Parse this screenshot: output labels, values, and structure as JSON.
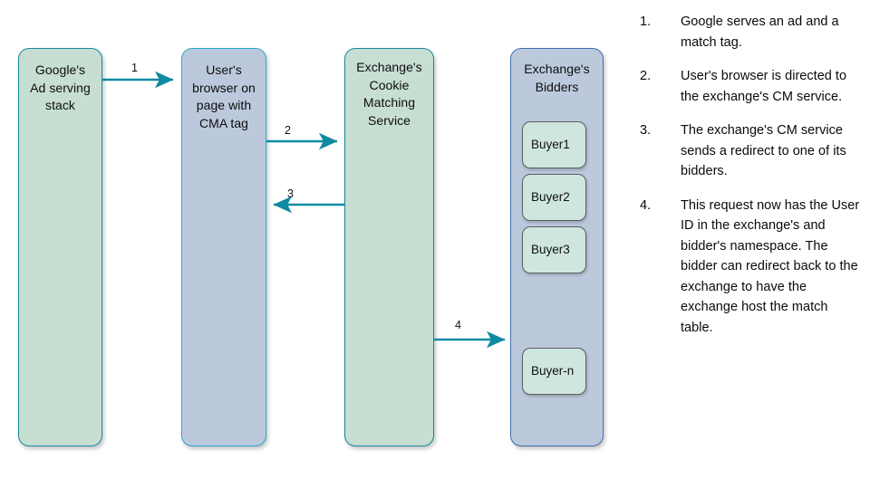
{
  "diagram": {
    "lanes": [
      {
        "id": "google-ad-serving-stack",
        "title": "Google's\nAd serving\nstack",
        "fill": "#c7ded3",
        "stroke": "#178a9c"
      },
      {
        "id": "user-browser",
        "title": "User's\nbrowser on\npage with\nCMA tag",
        "fill": "#bcc9dd",
        "stroke": "#27a9c4"
      },
      {
        "id": "exchange-cookie-matching-service",
        "title": "Exchange's\nCookie\nMatching\nService",
        "fill": "#c7ded3",
        "stroke": "#178a9c"
      },
      {
        "id": "exchange-bidders",
        "title": "Exchange's\nBidders",
        "fill": "#bcc9dd",
        "stroke": "#3f6fae"
      }
    ],
    "buyers": [
      {
        "label": "Buyer1"
      },
      {
        "label": "Buyer2"
      },
      {
        "label": "Buyer3"
      },
      {
        "label": "Buyer-n"
      }
    ],
    "arrows": [
      {
        "number": "1",
        "from": "google-ad-serving-stack",
        "to": "user-browser",
        "direction": "right"
      },
      {
        "number": "2",
        "from": "user-browser",
        "to": "exchange-cookie-matching-service",
        "direction": "right"
      },
      {
        "number": "3",
        "from": "exchange-cookie-matching-service",
        "to": "user-browser",
        "direction": "left"
      },
      {
        "number": "4",
        "from": "exchange-cookie-matching-service",
        "to": "exchange-bidders",
        "direction": "right"
      }
    ],
    "arrow_color": "#0e8aa3"
  },
  "notes": [
    {
      "number": "1.",
      "text": "Google serves an ad and a match tag."
    },
    {
      "number": "2.",
      "text": "User's browser is directed to the exchange's CM service."
    },
    {
      "number": "3.",
      "text": "The exchange's CM service sends a redirect to one of its bidders."
    },
    {
      "number": "4.",
      "text": "This request now has the User ID in the exchange's and bidder's namespace. The bidder can redirect back to the exchange to have the exchange host the match table."
    }
  ]
}
